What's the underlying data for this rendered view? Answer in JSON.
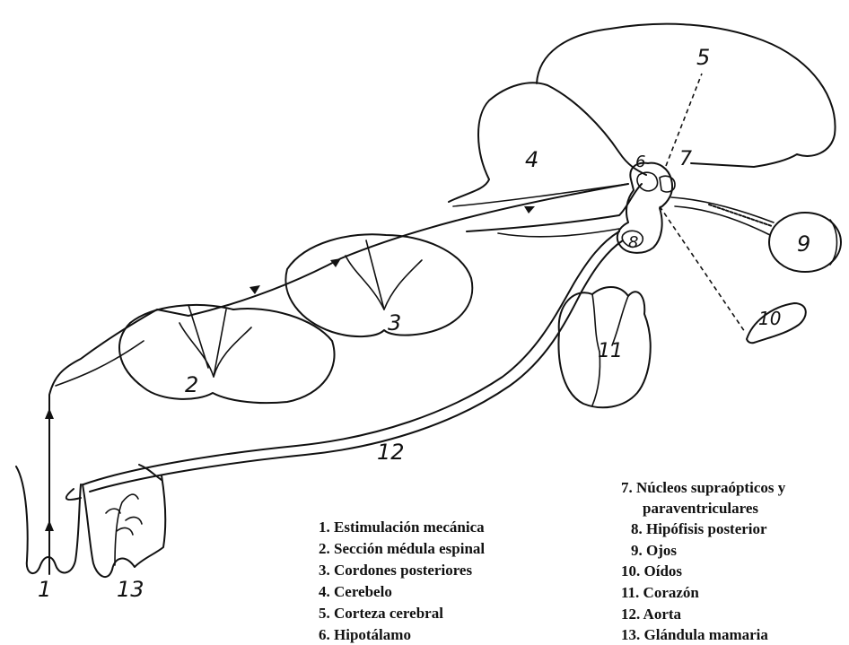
{
  "labels": {
    "n1": "1",
    "n2": "2",
    "n3": "3",
    "n4": "4",
    "n5": "5",
    "n6": "6",
    "n7": "7",
    "n8": "8",
    "n9": "9",
    "n10": "10",
    "n11": "11",
    "n12": "12",
    "n13": "13"
  },
  "legend": {
    "left": [
      "1. Estimulación mecánica",
      "2. Sección médula espinal",
      "3. Cordones posteriores",
      "4. Cerebelo",
      "5. Corteza cerebral",
      "6. Hipotálamo"
    ],
    "right": [
      "7. Núcleos supraópticos y",
      "paraventriculares",
      "8. Hipófisis posterior",
      "9. Ojos",
      "10. Oídos",
      "11. Corazón",
      "12. Aorta",
      "13. Glándula mamaria"
    ]
  }
}
